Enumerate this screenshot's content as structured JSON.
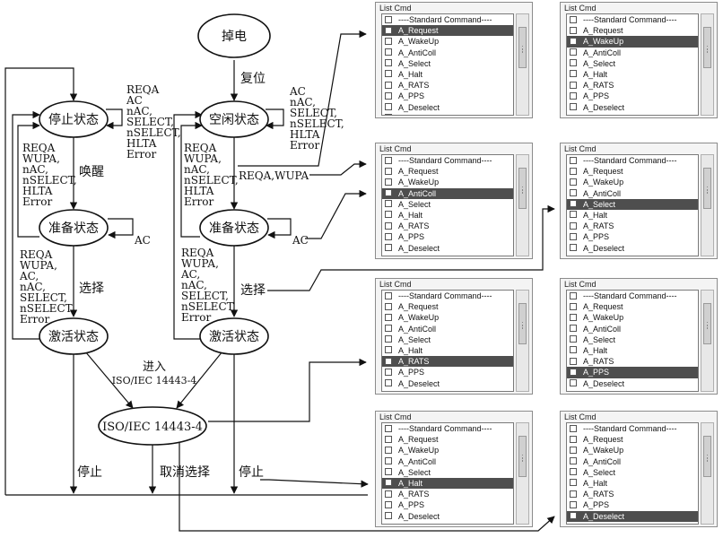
{
  "states": {
    "power_off": "掉电",
    "idle": "空闲状态",
    "halt": "停止状态",
    "ready_left": "准备状态",
    "ready_right": "准备状态",
    "active_left": "激活状态",
    "active_right": "激活状态",
    "protocol": "ISO/IEC 14443-4"
  },
  "labels": {
    "reset": "复位",
    "wakeup": "唤醒",
    "select_left": "选择",
    "select_right": "选择",
    "enter_line1": "进入",
    "enter_line2": "ISO/IEC 14443-4",
    "stop_left": "停止",
    "stop_right": "停止",
    "deselect": "取消选择",
    "reqa_wupa": "REQA,WUPA",
    "ac_ready_right": "AC",
    "ac_ready_left": "AC",
    "halt_self_loop": [
      "REQA",
      "AC",
      "nAC,",
      "SELECT,",
      "nSELECT,",
      "HLTA",
      "Error"
    ],
    "idle_self_loop": [
      "AC",
      "nAC,",
      "SELECT,",
      "nSELECT,",
      "HLTA",
      "Error"
    ],
    "ready_left_to_halt": [
      "REQA",
      "WUPA,",
      "nAC,",
      "nSELECT,",
      "HLTA",
      "Error"
    ],
    "ready_right_to_idle": [
      "REQA",
      "WUPA,",
      "nAC,",
      "nSELECT,",
      "HLTA",
      "Error"
    ],
    "active_left_to_halt": [
      "REQA",
      "WUPA,",
      "AC,",
      "nAC,",
      "SELECT,",
      "nSELECT,",
      "Error"
    ],
    "active_right_to_idle": [
      "REQA",
      "WUPA,",
      "AC,",
      "nAC,",
      "SELECT,",
      "nSELECT,",
      "Error"
    ]
  },
  "panels": [
    {
      "title": "List Cmd",
      "items": [
        "----Standard Command----",
        "A_Request",
        "A_WakeUp",
        "A_AntiColl",
        "A_Select",
        "A_Halt",
        "A_RATS",
        "A_PPS",
        "A_Deselect",
        "-----Mifare Command-----"
      ],
      "selected_index": 1
    },
    {
      "title": "List Cmd",
      "items": [
        "----Standard Command----",
        "A_Request",
        "A_WakeUp",
        "A_AntiColl",
        "A_Select",
        "A_Halt",
        "A_RATS",
        "A_PPS",
        "A_Deselect"
      ],
      "selected_index": 2
    },
    {
      "title": "List Cmd",
      "items": [
        "----Standard Command----",
        "A_Request",
        "A_WakeUp",
        "A_AntiColl",
        "A_Select",
        "A_Halt",
        "A_RATS",
        "A_PPS",
        "A_Deselect"
      ],
      "selected_index": 3
    },
    {
      "title": "List Cmd",
      "items": [
        "----Standard Command----",
        "A_Request",
        "A_WakeUp",
        "A_AntiColl",
        "A_Select",
        "A_Halt",
        "A_RATS",
        "A_PPS",
        "A_Deselect"
      ],
      "selected_index": 4
    },
    {
      "title": "List Cmd",
      "items": [
        "----Standard Command----",
        "A_Request",
        "A_WakeUp",
        "A_AntiColl",
        "A_Select",
        "A_Halt",
        "A_RATS",
        "A_PPS",
        "A_Deselect"
      ],
      "selected_index": 6
    },
    {
      "title": "List Cmd",
      "items": [
        "----Standard Command----",
        "A_Request",
        "A_WakeUp",
        "A_AntiColl",
        "A_Select",
        "A_Halt",
        "A_RATS",
        "A_PPS",
        "A_Deselect"
      ],
      "selected_index": 7
    },
    {
      "title": "List Cmd",
      "items": [
        "----Standard Command----",
        "A_Request",
        "A_WakeUp",
        "A_AntiColl",
        "A_Select",
        "A_Halt",
        "A_RATS",
        "A_PPS",
        "A_Deselect"
      ],
      "selected_index": 5
    },
    {
      "title": "List Cmd",
      "items": [
        "----Standard Command----",
        "A_Request",
        "A_WakeUp",
        "A_AntiColl",
        "A_Select",
        "A_Halt",
        "A_RATS",
        "A_PPS",
        "A_Deselect"
      ],
      "selected_index": 8
    }
  ]
}
